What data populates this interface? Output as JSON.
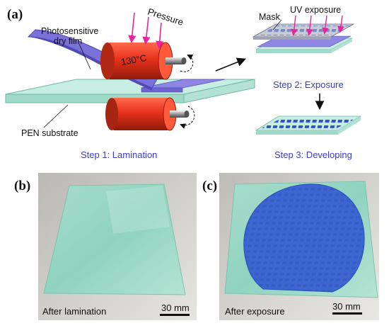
{
  "panels": {
    "a": "(a)",
    "b": "(b)",
    "c": "(c)"
  },
  "step1": {
    "label": "Step 1: Lamination",
    "pressure": "Pressure",
    "temperature": "130°C",
    "dry_film_line1": "Photosensitive",
    "dry_film_line2": "dry film",
    "substrate": "PEN substrate"
  },
  "step2": {
    "label": "Step 2: Exposure",
    "mask": "Mask",
    "uv": "UV exposure"
  },
  "step3": {
    "label": "Step 3: Developing"
  },
  "photo_b": {
    "caption": "After lamination",
    "scale": "30 mm"
  },
  "photo_c": {
    "caption": "After exposure",
    "scale": "30 mm"
  },
  "colors": {
    "roller_red": "#e8321c",
    "film_purple": "#7a72d8",
    "substrate_teal": "#bfe9de",
    "pattern_blue": "#3e66d0",
    "step_text": "#3c3cc8",
    "pressure_arrow": "#e8259a"
  }
}
